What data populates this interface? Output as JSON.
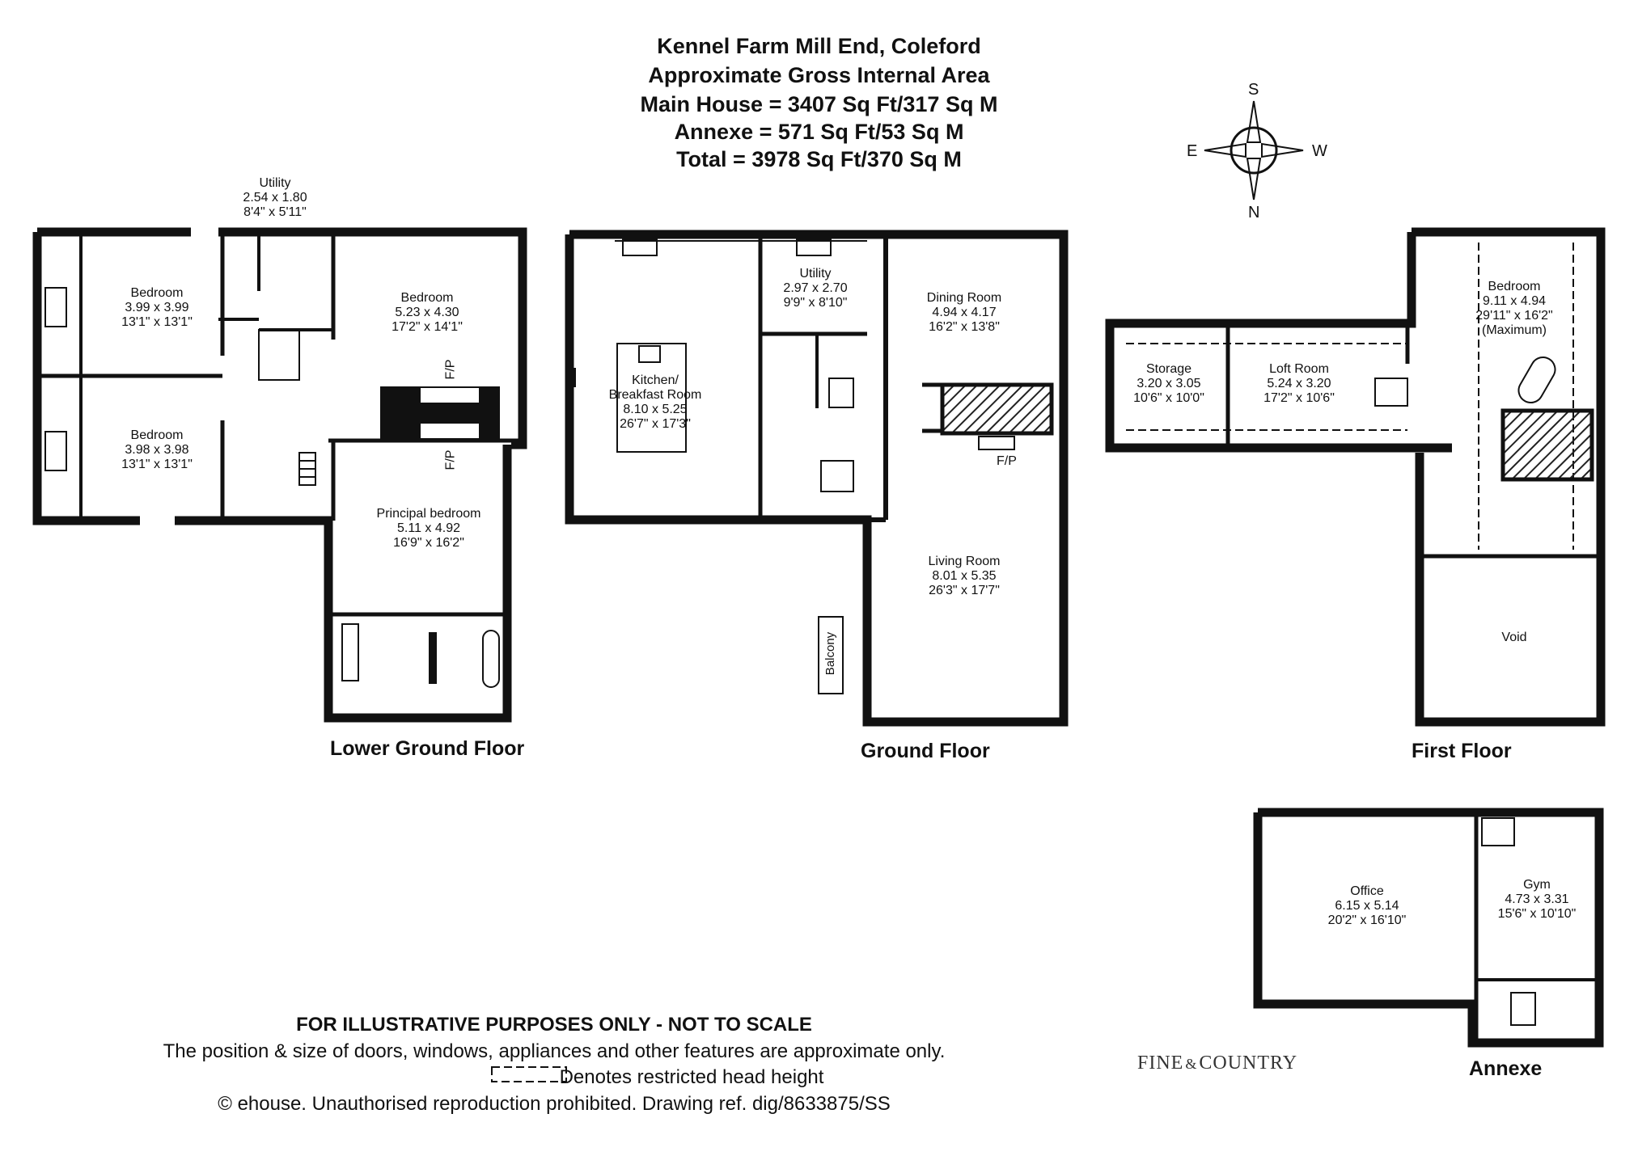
{
  "header": {
    "title": "Kennel Farm Mill End, Coleford",
    "subtitle": "Approximate Gross Internal Area",
    "main_house": "Main House = 3407 Sq Ft/317 Sq M",
    "annexe": "Annexe = 571 Sq Ft/53 Sq M",
    "total": "Total = 3978 Sq Ft/370 Sq M"
  },
  "compass": {
    "s": "S",
    "e": "E",
    "w": "W",
    "n": "N"
  },
  "floors": {
    "lower_ground": "Lower Ground Floor",
    "ground": "Ground Floor",
    "first": "First Floor",
    "annexe": "Annexe"
  },
  "rooms": {
    "lg_utility": {
      "name": "Utility",
      "metric": "2.54 x 1.80",
      "imperial": "8'4\" x 5'11\""
    },
    "lg_bedroom1": {
      "name": "Bedroom",
      "metric": "3.99 x 3.99",
      "imperial": "13'1\" x 13'1\""
    },
    "lg_bedroom2": {
      "name": "Bedroom",
      "metric": "3.98 x 3.98",
      "imperial": "13'1\" x 13'1\""
    },
    "lg_bedroom3": {
      "name": "Bedroom",
      "metric": "5.23 x 4.30",
      "imperial": "17'2\" x 14'1\""
    },
    "lg_principal": {
      "name": "Principal bedroom",
      "metric": "5.11 x 4.92",
      "imperial": "16'9\" x 16'2\""
    },
    "g_kitchen": {
      "name": "Kitchen/",
      "name2": "Breakfast Room",
      "metric": "8.10 x 5.25",
      "imperial": "26'7\" x 17'3\""
    },
    "g_utility": {
      "name": "Utility",
      "metric": "2.97 x 2.70",
      "imperial": "9'9\" x 8'10\""
    },
    "g_dining": {
      "name": "Dining Room",
      "metric": "4.94 x 4.17",
      "imperial": "16'2\" x 13'8\""
    },
    "g_living": {
      "name": "Living Room",
      "metric": "8.01 x 5.35",
      "imperial": "26'3\" x 17'7\""
    },
    "f_storage": {
      "name": "Storage",
      "metric": "3.20 x 3.05",
      "imperial": "10'6\" x 10'0\""
    },
    "f_loft": {
      "name": "Loft Room",
      "metric": "5.24 x 3.20",
      "imperial": "17'2\" x 10'6\""
    },
    "f_bedroom": {
      "name": "Bedroom",
      "metric": "9.11 x 4.94",
      "imperial": "29'11\" x 16'2\"",
      "note": "(Maximum)"
    },
    "f_void": {
      "name": "Void"
    },
    "a_office": {
      "name": "Office",
      "metric": "6.15 x 5.14",
      "imperial": "20'2\" x 16'10\""
    },
    "a_gym": {
      "name": "Gym",
      "metric": "4.73 x 3.31",
      "imperial": "15'6\" x 10'10\""
    }
  },
  "labels": {
    "fp": "F/P",
    "balcony": "Balcony"
  },
  "footer": {
    "disclaimer": "FOR ILLUSTRATIVE PURPOSES ONLY - NOT TO SCALE",
    "line1": "The position & size of doors, windows, appliances and other features are approximate only.",
    "line2": "Denotes restricted head height",
    "line3": "© ehouse. Unauthorised reproduction prohibited. Drawing ref. dig/8633875/SS"
  },
  "logo": {
    "text_a": "FINE",
    "text_b": "COUNTRY"
  },
  "colors": {
    "wall": "#111111",
    "hatch": "#222222"
  }
}
